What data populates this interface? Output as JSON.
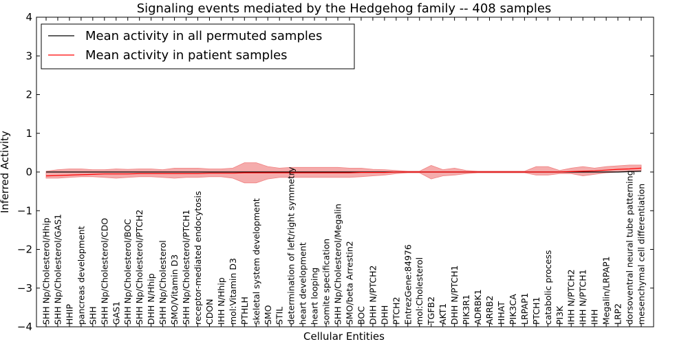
{
  "chart_data": {
    "type": "line",
    "title": "Signaling events mediated by the Hedgehog family -- 408 samples",
    "xlabel": "Cellular Entities",
    "ylabel": "Inferred Activity",
    "ylim": [
      -4,
      4
    ],
    "yticks": [
      -4,
      -3,
      -2,
      -1,
      0,
      1,
      2,
      3,
      4
    ],
    "ytick_labels": [
      "−4",
      "−3",
      "−2",
      "−1",
      "0",
      "1",
      "2",
      "3",
      "4"
    ],
    "legend_position": "top-left",
    "grid": false,
    "categories": [
      "SHH Np/Cholesterol/Hhip",
      "SHH Np/Cholesterol/GAS1",
      "HHIP",
      "pancreas development",
      "SHH",
      "SHH Np/Cholesterol/CDO",
      "GAS1",
      "SHH Np/Cholesterol/BOC",
      "SHH Np/Cholesterol/PTCH2",
      "DHH N/Hhip",
      "SHH Np/Cholesterol",
      "SMO/Vitamin D3",
      "SHH Np/Cholesterol/PTCH1",
      "receptor-mediated endocytosis",
      "CDON",
      "IHH N/Hhip",
      "mol:Vitamin D3",
      "PTHLH",
      "skeletal system development",
      "SMO",
      "STIL",
      "determination of left/right symmetry",
      "heart development",
      "heart looping",
      "somite specification",
      "SHH Np/Cholesterol/Megalin",
      "SMO/beta Arrestin2",
      "BOC",
      "DHH N/PTCH2",
      "DHH",
      "PTCH2",
      "EntrezGene:84976",
      "mol:Cholesterol",
      "TGFB2",
      "AKT1",
      "DHH N/PTCH1",
      "PIK3R1",
      "ADRBK1",
      "ARRB2",
      "HHAT",
      "PIK3CA",
      "LRPAP1",
      "PTCH1",
      "catabolic process",
      "PI3K",
      "IHH N/PTCH2",
      "IHH N/PTCH1",
      "IHH",
      "Megalin/LRPAP1",
      "LRP2",
      "dorsoventral neural tube patterning",
      "mesenchymal cell differentiation"
    ],
    "series": [
      {
        "name": "Mean activity in all permuted samples",
        "color": "#000000",
        "values": [
          0.0,
          0.0,
          0.0,
          0.0,
          0.0,
          0.0,
          0.0,
          0.0,
          0.0,
          0.0,
          0.0,
          0.0,
          0.0,
          0.0,
          0.0,
          0.0,
          0.0,
          0.0,
          0.0,
          0.0,
          0.0,
          0.0,
          0.0,
          0.0,
          0.0,
          0.0,
          0.0,
          0.0,
          0.0,
          0.0,
          0.0,
          0.0,
          0.0,
          0.0,
          0.0,
          0.0,
          0.0,
          0.0,
          0.0,
          0.0,
          0.0,
          0.0,
          0.0,
          0.0,
          0.0,
          0.0,
          0.0,
          0.0,
          0.0,
          0.0,
          0.01,
          0.02
        ],
        "band_upper": [
          0.03,
          0.03,
          0.03,
          0.03,
          0.03,
          0.03,
          0.03,
          0.03,
          0.03,
          0.03,
          0.03,
          0.03,
          0.03,
          0.03,
          0.03,
          0.03,
          0.03,
          0.03,
          0.03,
          0.03,
          0.03,
          0.03,
          0.03,
          0.03,
          0.03,
          0.03,
          0.03,
          0.03,
          0.03,
          0.03,
          0.03,
          0.03,
          0.03,
          0.03,
          0.03,
          0.03,
          0.03,
          0.03,
          0.03,
          0.03,
          0.03,
          0.03,
          0.03,
          0.03,
          0.03,
          0.03,
          0.03,
          0.03,
          0.03,
          0.03,
          0.04,
          0.05
        ],
        "band_lower": [
          -0.03,
          -0.03,
          -0.03,
          -0.03,
          -0.03,
          -0.03,
          -0.03,
          -0.03,
          -0.03,
          -0.03,
          -0.03,
          -0.03,
          -0.03,
          -0.03,
          -0.03,
          -0.03,
          -0.03,
          -0.03,
          -0.03,
          -0.03,
          -0.03,
          -0.03,
          -0.03,
          -0.03,
          -0.03,
          -0.03,
          -0.03,
          -0.03,
          -0.03,
          -0.03,
          -0.03,
          -0.03,
          -0.03,
          -0.03,
          -0.03,
          -0.03,
          -0.03,
          -0.03,
          -0.03,
          -0.03,
          -0.03,
          -0.03,
          -0.03,
          -0.03,
          -0.03,
          -0.03,
          -0.03,
          -0.03,
          -0.03,
          -0.03,
          -0.02,
          -0.01
        ]
      },
      {
        "name": "Mean activity in patient samples",
        "color": "#ff0000",
        "fill": "#f08080",
        "values": [
          -0.1,
          -0.09,
          -0.08,
          -0.07,
          -0.06,
          -0.05,
          -0.05,
          -0.05,
          -0.04,
          -0.04,
          -0.04,
          -0.04,
          -0.04,
          -0.04,
          -0.03,
          -0.03,
          -0.03,
          -0.02,
          -0.02,
          -0.02,
          -0.02,
          -0.02,
          -0.02,
          -0.02,
          -0.02,
          -0.02,
          -0.02,
          -0.01,
          -0.01,
          -0.01,
          0.0,
          0.0,
          0.0,
          0.0,
          0.0,
          0.0,
          0.0,
          0.0,
          0.0,
          0.0,
          0.0,
          0.0,
          0.0,
          0.0,
          0.0,
          0.01,
          0.02,
          0.03,
          0.05,
          0.07,
          0.08,
          0.1
        ],
        "band_upper": [
          0.02,
          0.06,
          0.08,
          0.08,
          0.06,
          0.06,
          0.08,
          0.07,
          0.08,
          0.08,
          0.06,
          0.1,
          0.1,
          0.1,
          0.08,
          0.08,
          0.1,
          0.24,
          0.24,
          0.14,
          0.1,
          0.12,
          0.12,
          0.12,
          0.12,
          0.12,
          0.1,
          0.1,
          0.07,
          0.06,
          0.04,
          0.02,
          0.02,
          0.17,
          0.06,
          0.1,
          0.04,
          0.02,
          0.02,
          0.02,
          0.02,
          0.02,
          0.14,
          0.14,
          0.04,
          0.1,
          0.14,
          0.1,
          0.14,
          0.16,
          0.18,
          0.18
        ],
        "band_lower": [
          -0.16,
          -0.16,
          -0.14,
          -0.12,
          -0.12,
          -0.14,
          -0.16,
          -0.14,
          -0.12,
          -0.12,
          -0.14,
          -0.16,
          -0.14,
          -0.14,
          -0.12,
          -0.12,
          -0.16,
          -0.28,
          -0.28,
          -0.18,
          -0.14,
          -0.14,
          -0.14,
          -0.14,
          -0.14,
          -0.14,
          -0.14,
          -0.12,
          -0.1,
          -0.08,
          -0.04,
          -0.02,
          -0.02,
          -0.18,
          -0.1,
          -0.08,
          -0.04,
          -0.02,
          -0.02,
          -0.02,
          -0.02,
          -0.02,
          -0.08,
          -0.08,
          -0.04,
          -0.04,
          -0.1,
          -0.06,
          -0.02,
          0.0,
          0.02,
          0.04
        ]
      }
    ]
  }
}
